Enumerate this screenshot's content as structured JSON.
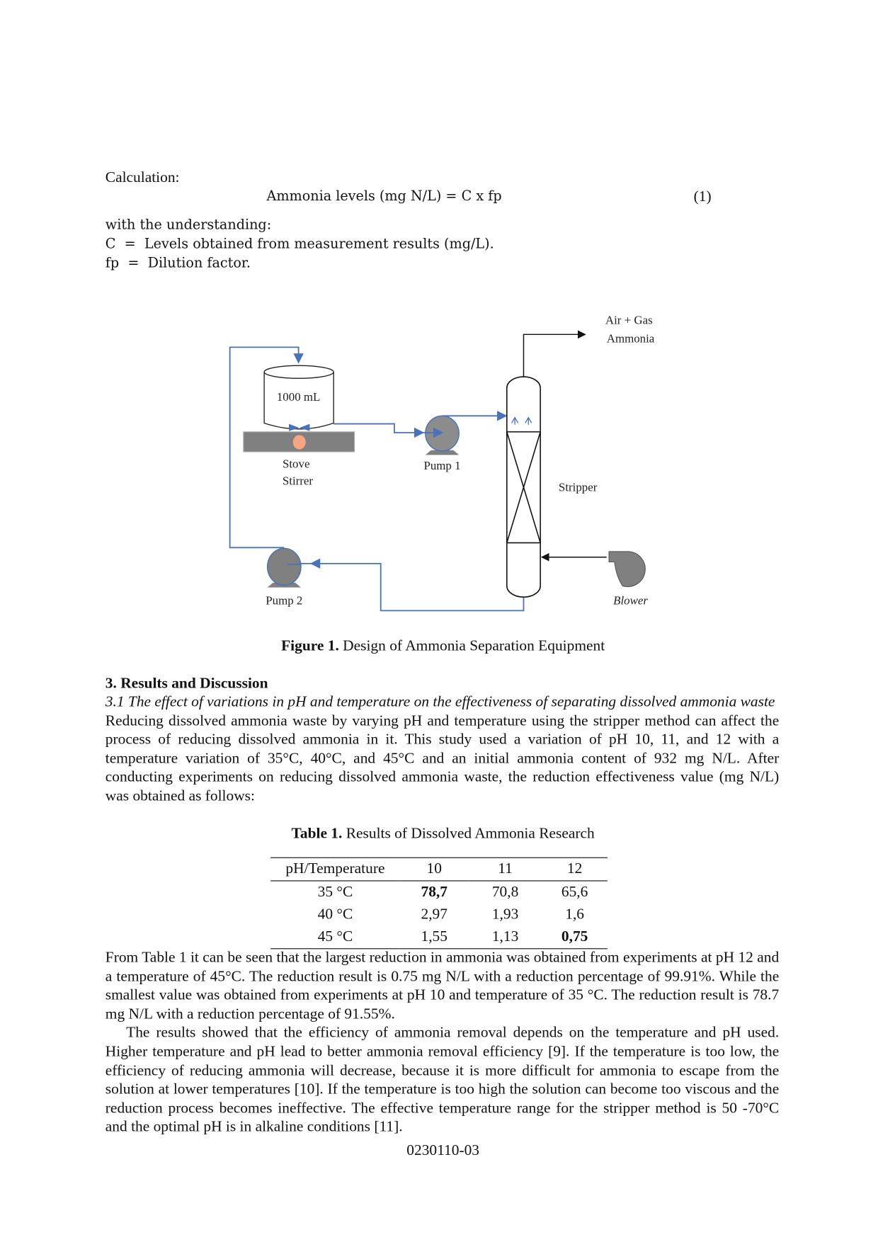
{
  "calculation": {
    "label": "Calculation:",
    "equation": "Ammonia levels (mg N/L)  =  C x fp",
    "equation_number": "(1)",
    "understanding": "with the understanding:",
    "definitions": [
      {
        "symbol": "C",
        "eq": "=",
        "text": "Levels obtained from measurement results (mg/L)."
      },
      {
        "symbol": "fp",
        "eq": "=",
        "text": "Dilution factor."
      }
    ]
  },
  "figure": {
    "labels": {
      "tank": "1000 mL",
      "stove1": "Stove",
      "stove2": "Stirrer",
      "pump1": "Pump 1",
      "pump2": "Pump 2",
      "stripper": "Stripper",
      "blower": "Blower",
      "out1": "Air + Gas",
      "out2": "Ammonia"
    },
    "caption_bold": "Figure 1.",
    "caption": " Design of Ammonia Separation Equipment",
    "colors": {
      "pipe": "#4a72b8",
      "equipment": "#808080",
      "heater": "#f4a582"
    }
  },
  "section": {
    "heading": "3.  Results and Discussion",
    "subheading": "3.1 The effect of variations in pH and temperature on the effectiveness of separating dissolved ammonia waste",
    "para1": "Reducing dissolved ammonia waste by varying pH and temperature using the stripper method can affect the process of reducing dissolved ammonia in it. This study used a variation of pH 10, 11, and 12 with a temperature variation of 35°C, 40°C, and 45°C and an initial ammonia content of 932 mg N/L. After conducting experiments on reducing dissolved ammonia waste, the reduction effectiveness value (mg N/L) was obtained as follows:",
    "para2": "From Table 1 it can be seen that the largest reduction in ammonia was obtained from experiments at pH 12 and a temperature of 45°C. The reduction result is 0.75 mg N/L with a reduction percentage of 99.91%. While the smallest value was obtained from experiments at pH 10 and temperature of 35 °C. The reduction result is 78.7 mg N/L with a reduction percentage of 91.55%.",
    "para3": "The results showed that the efficiency of ammonia removal depends on the temperature and pH used. Higher temperature and pH lead to better ammonia removal efficiency [9]. If the temperature is too low, the efficiency of reducing ammonia will decrease, because it is more difficult for ammonia to escape from the solution at lower temperatures [10]. If the temperature is too high the solution can become too viscous and the reduction process becomes ineffective. The effective temperature range for the stripper method is 50 -70°C and the optimal pH is in alkaline conditions [11]."
  },
  "table": {
    "caption_bold": "Table 1.",
    "caption": " Results of Dissolved Ammonia Research",
    "headers": [
      "pH/Temperature",
      "10",
      "11",
      "12"
    ],
    "rows": [
      [
        "35 °C",
        "78,7",
        "70,8",
        "65,6"
      ],
      [
        "40 °C",
        "2,97",
        "1,93",
        "1,6"
      ],
      [
        "45 °C",
        "1,55",
        "1,13",
        "0,75"
      ]
    ],
    "bold_cells": [
      "78,7",
      "0,75"
    ]
  },
  "page_number": "0230110-03"
}
